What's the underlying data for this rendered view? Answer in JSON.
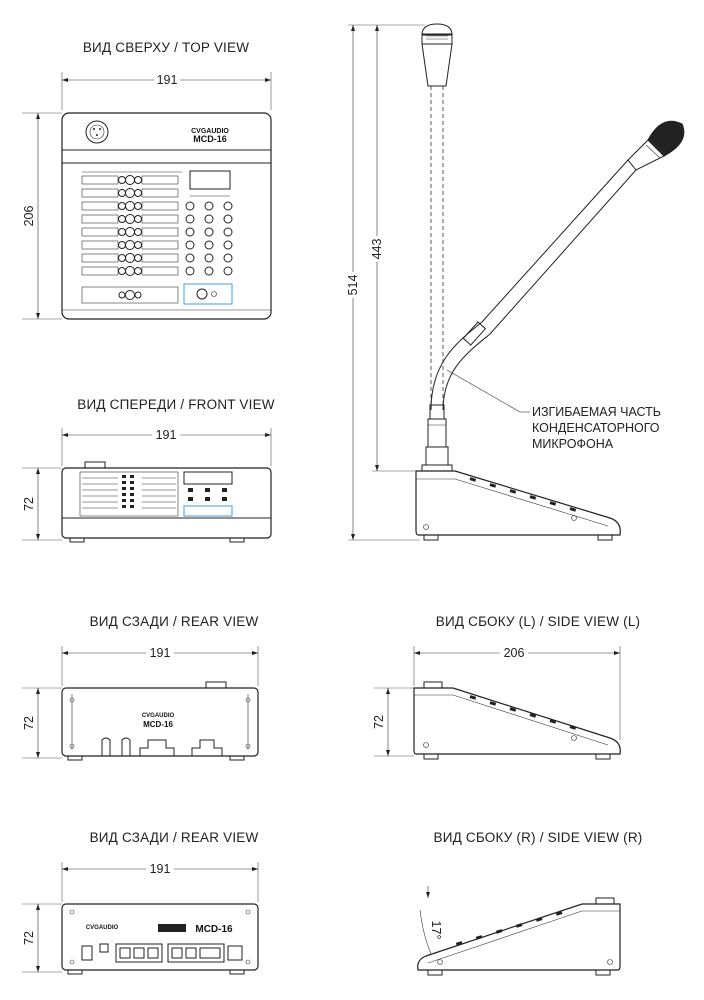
{
  "views": {
    "top": "ВИД СВЕРХУ / TOP VIEW",
    "front": "ВИД СПЕРЕДИ / FRONT VIEW",
    "rear1": "ВИД СЗАДИ / REAR VIEW",
    "side_l": "ВИД СБОКУ (L) / SIDE VIEW (L)",
    "rear2": "ВИД СЗАДИ / REAR VIEW",
    "side_r": "ВИД СБОКУ (R) / SIDE VIEW (R)"
  },
  "dimensions": {
    "top_width": "191",
    "top_depth": "206",
    "front_width": "191",
    "front_height": "72",
    "rear1_width": "191",
    "rear1_height": "72",
    "side_depth": "206",
    "side_height": "72",
    "rear2_width": "191",
    "rear2_height": "72",
    "total_height": "514",
    "mic_height": "443",
    "angle": "17°"
  },
  "annotation": {
    "line1": "ИЗГИБАЕМАЯ ЧАСТЬ",
    "line2": "КОНДЕНСАТОРНОГО",
    "line3": "МИКРОФОНА"
  },
  "device": {
    "brand": "CVGAUDIO",
    "model": "MCD-16"
  },
  "colors": {
    "line": "#222222",
    "accent": "#3aa0d8"
  }
}
